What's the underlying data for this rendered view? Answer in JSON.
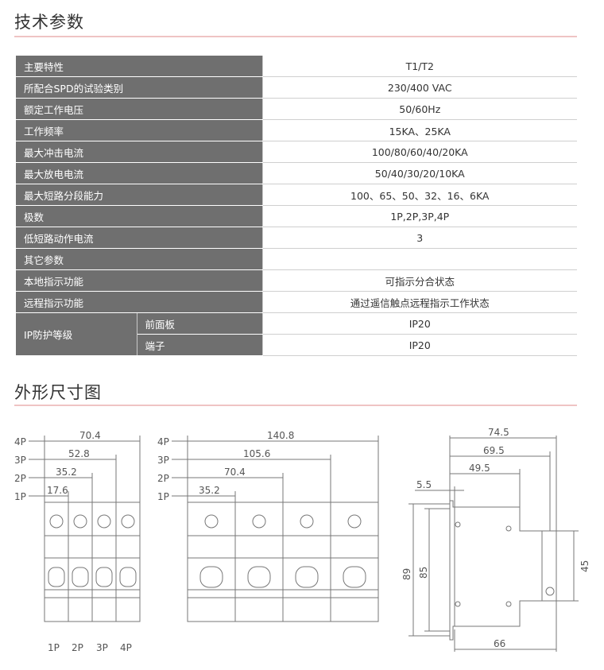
{
  "headings": {
    "spec_title": "技术参数",
    "dim_title": "外形尺寸图"
  },
  "spec_rows": [
    {
      "label": "主要特性",
      "value": "T1/T2"
    },
    {
      "label": "所配合SPD的试验类别",
      "value": "230/400 VAC"
    },
    {
      "label": "额定工作电压",
      "value": "50/60Hz"
    },
    {
      "label": "工作频率",
      "value": "15KA、25KA"
    },
    {
      "label": "最大冲击电流",
      "value": "100/80/60/40/20KA"
    },
    {
      "label": "最大放电电流",
      "value": "50/40/30/20/10KA"
    },
    {
      "label": "最大短路分段能力",
      "value": "100、65、50、32、16、6KA"
    },
    {
      "label": "极数",
      "value": "1P,2P,3P,4P"
    },
    {
      "label": "低短路动作电流",
      "value": "3"
    },
    {
      "label": "其它参数",
      "value": ""
    },
    {
      "label": "本地指示功能",
      "value": "可指示分合状态"
    },
    {
      "label": "远程指示功能",
      "value": "通过遥信触点远程指示工作状态"
    }
  ],
  "ip_row": {
    "label": "IP防护等级",
    "sub": [
      {
        "label": "前面板",
        "value": "IP20"
      },
      {
        "label": "端子",
        "value": "IP20"
      }
    ]
  },
  "drawing": {
    "pole_labels": [
      "4P",
      "3P",
      "2P",
      "1P"
    ],
    "left_dims": [
      "70.4",
      "52.8",
      "35.2",
      "17.6"
    ],
    "left_bottom_labels": [
      "1P",
      "2P",
      "3P",
      "4P"
    ],
    "middle_dims": [
      "140.8",
      "105.6",
      "70.4",
      "35.2"
    ],
    "side_top_dims": [
      "74.5",
      "69.5",
      "49.5",
      "5.5"
    ],
    "side_height_dims": [
      "89",
      "85",
      "45"
    ],
    "side_bottom_dim": "66"
  }
}
